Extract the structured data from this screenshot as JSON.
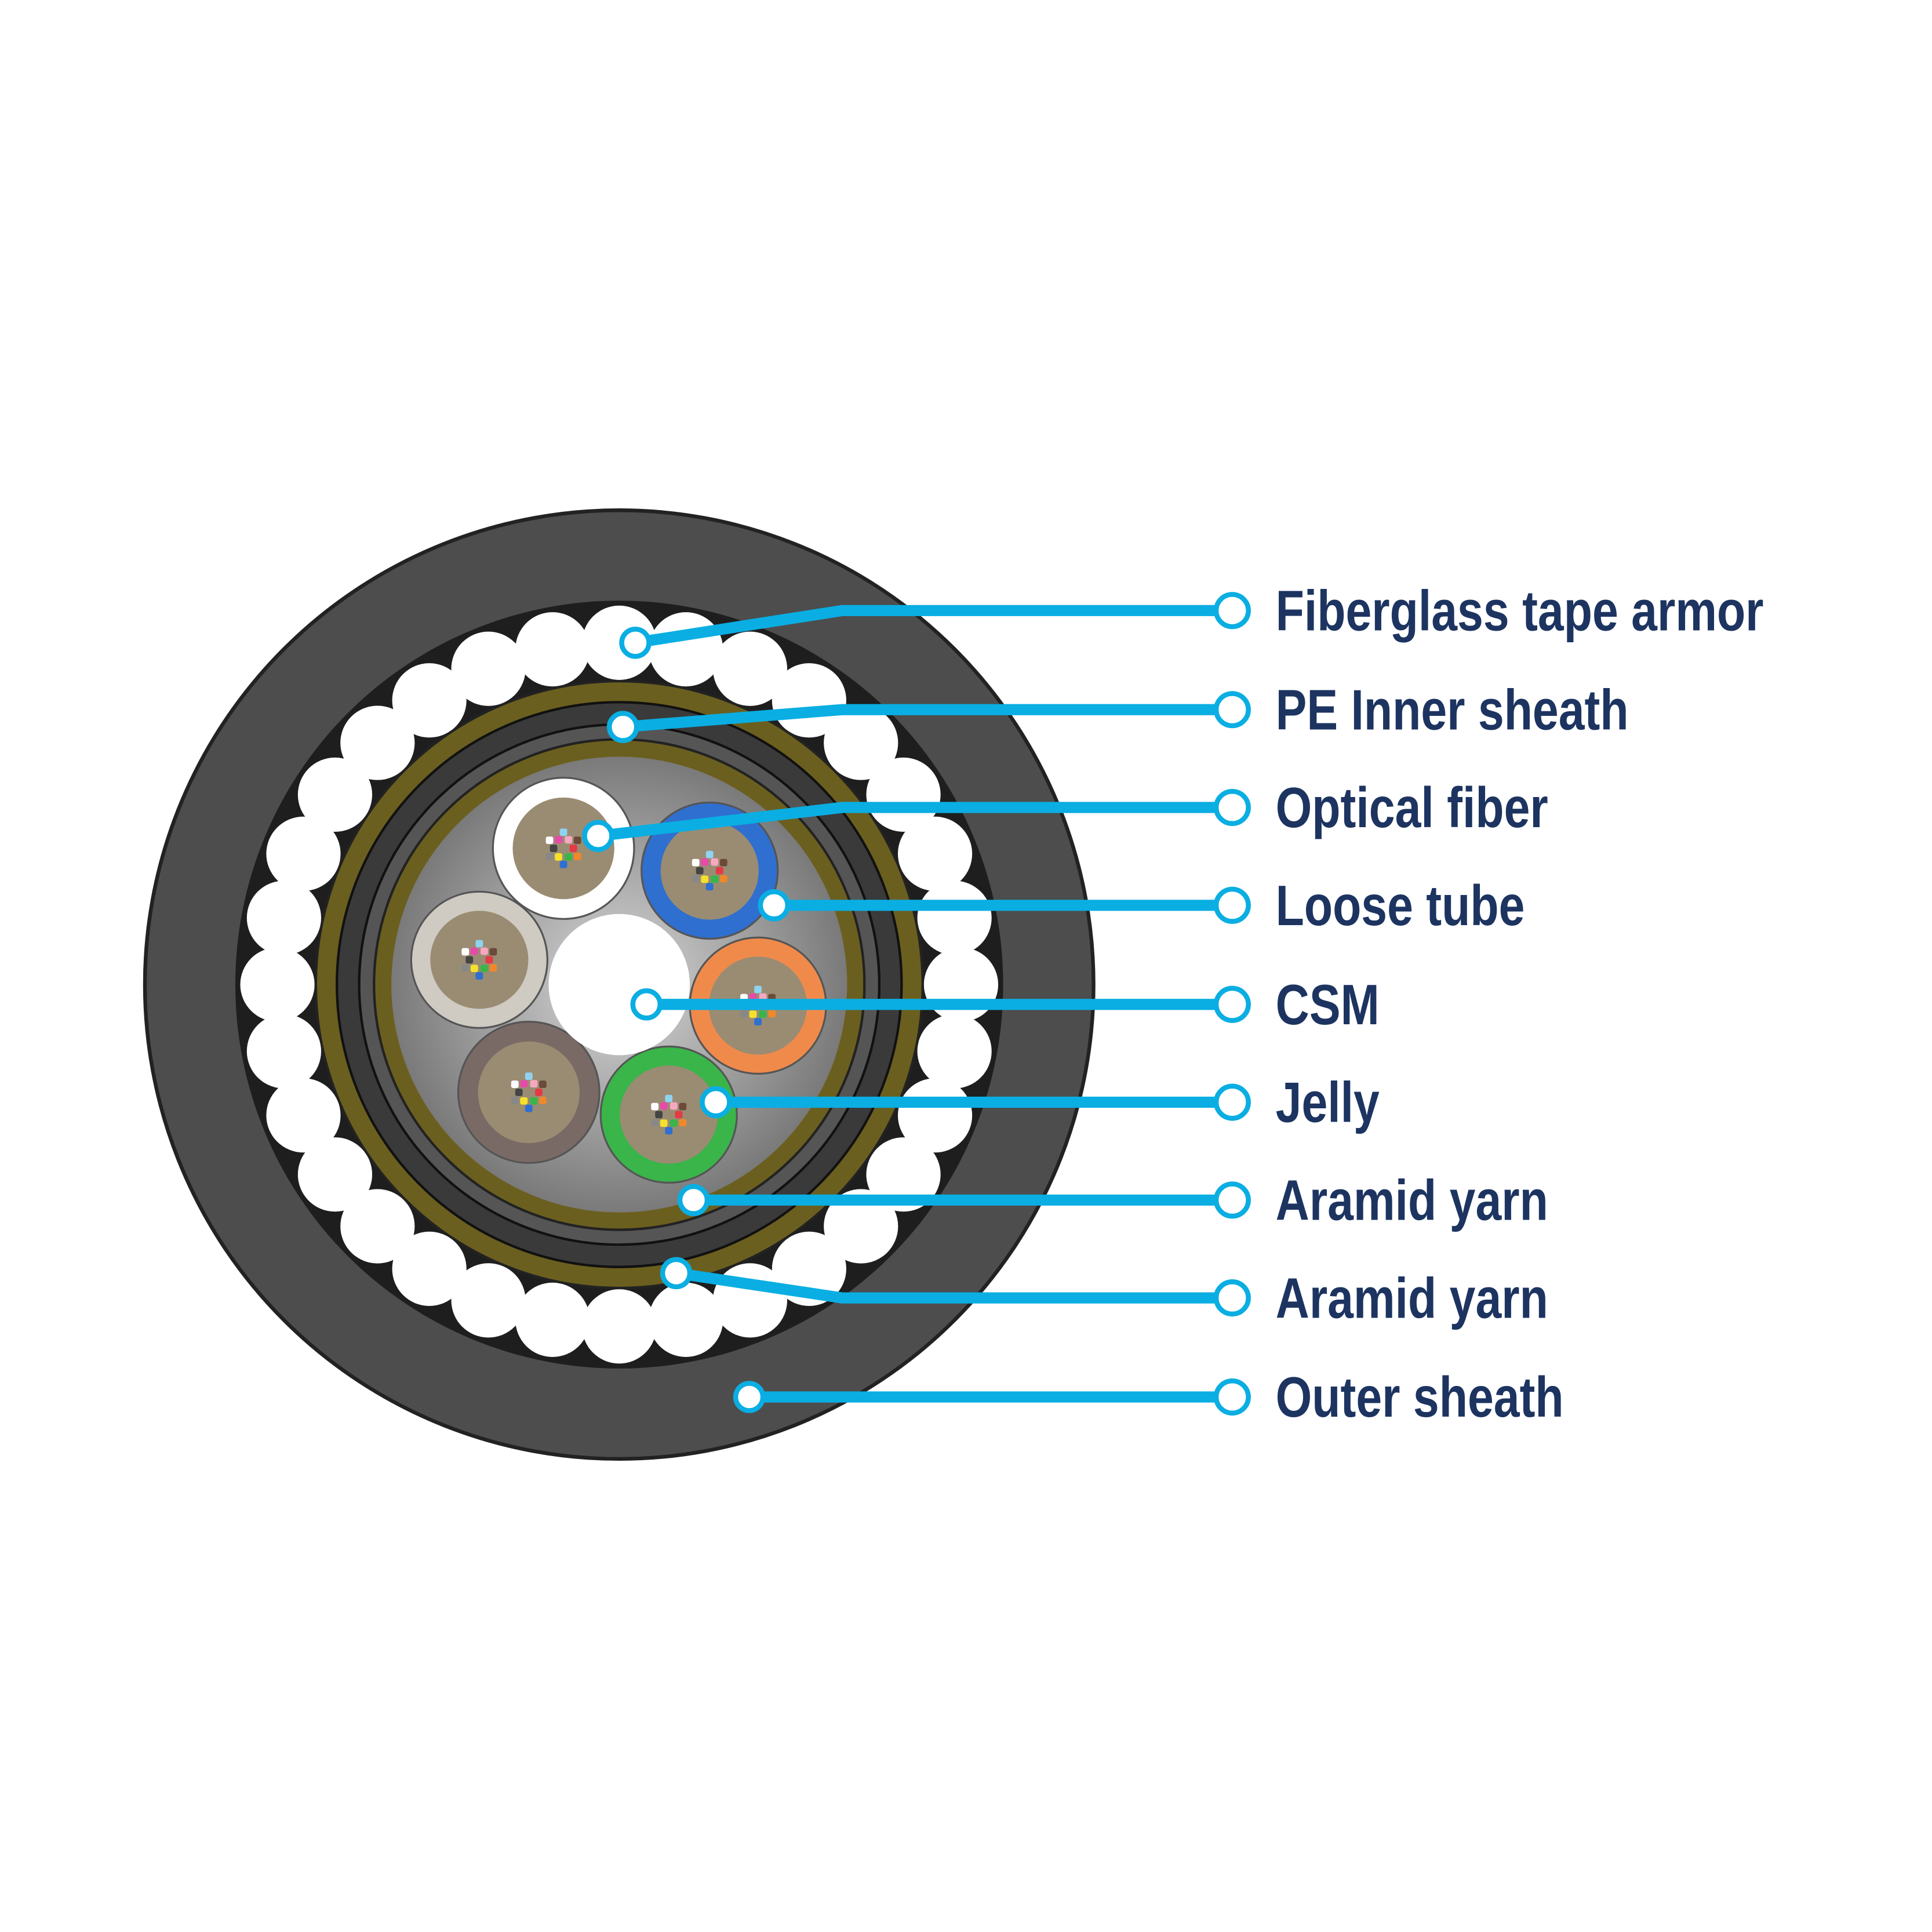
{
  "labels": [
    "Fiberglass tape armor",
    "PE Inner sheath",
    "Optical fiber",
    "Loose tube",
    "CSM",
    "Jelly",
    "Aramid yarn",
    "Aramid yarn",
    "Outer sheath"
  ],
  "colors": {
    "leader": "#0aaee2",
    "label_text": "#1d3461",
    "outer_sheath": "#4a4a4a",
    "aramid": "#6b5f1f",
    "tubes": [
      "#ffffff",
      "#2f6fd0",
      "#cfcac2",
      "#f08a4b",
      "#7a6a66",
      "#39b54a"
    ]
  }
}
